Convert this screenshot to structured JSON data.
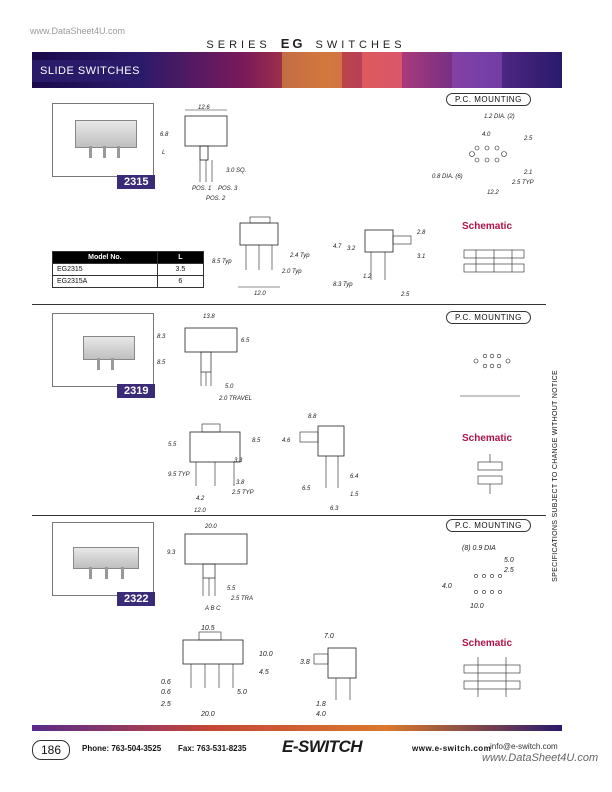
{
  "watermark_top": "www.DataSheet4U.com",
  "title": {
    "pre": "SERIES",
    "bold": "EG",
    "post": "SWITCHES"
  },
  "banner_label": "SLIDE SWITCHES",
  "sections": [
    {
      "part": "2315",
      "pc_mounting": "P.C. MOUNTING",
      "schematic": "Schematic"
    },
    {
      "part": "2319",
      "pc_mounting": "P.C. MOUNTING",
      "schematic": "Schematic"
    },
    {
      "part": "2322",
      "pc_mounting": "P.C. MOUNTING",
      "schematic": "Schematic"
    }
  ],
  "model_table": {
    "headers": [
      "Model No.",
      "L"
    ],
    "rows": [
      [
        "EG2315",
        "3.5"
      ],
      [
        "EG2315A",
        "6"
      ]
    ]
  },
  "dims_2315": {
    "d1": "12.6",
    "d2": "6.8",
    "d3": "L",
    "d4": "3.0 SQ.",
    "pos1": "POS. 1",
    "pos3": "POS. 3",
    "pos2": "POS. 2",
    "a1": "8.5 Typ",
    "a2": "2.0 Typ",
    "a3": "2.4 Typ",
    "a4": "12.0",
    "a5": "4.7",
    "a6": "3.2",
    "a7": "2.8",
    "a8": "3.1",
    "a9": "1.2",
    "a10": "8.3 Typ",
    "a11": "2.5",
    "p1": "1.2 DIA. (2)",
    "p2": "4.0",
    "p3": "2.5",
    "p4": "0.8 DIA. (6)",
    "p5": "2.1",
    "p6": "2.5 TYP",
    "p7": "12.2"
  },
  "dims_2319": {
    "d1": "13.8",
    "d2": "8.3",
    "d3": "6.5",
    "d4": "8.5",
    "d5": "5.0",
    "d6": "2.0 TRAVEL",
    "b1": "5.5",
    "b2": "8.5",
    "b3": "3.3",
    "b4": "9.5 TYP",
    "b5": "3.8",
    "b6": "2.5 TYP",
    "b7": "4.2",
    "b8": "12.0",
    "c1": "8.8",
    "c2": "4.6",
    "c3": "6.4",
    "c4": "6.5",
    "c5": "6.3",
    "c6": "1.5"
  },
  "dims_2322": {
    "d1": "20.0",
    "d2": "9.3",
    "d3": "5.5",
    "d4": "2.5 TRA",
    "abc": "A  B  C",
    "p1": "(8)  0.9 DIA",
    "p2": "5.0",
    "p3": "2.5",
    "p4": "4.0",
    "p5": "10.0",
    "e1": "10.5",
    "e2": "10.0",
    "e3": "4.5",
    "e4": "0.6",
    "e5": "0.6",
    "e6": "5.0",
    "e7": "2.5",
    "e8": "20.0",
    "f1": "7.0",
    "f2": "3.8",
    "f3": "1.8",
    "f4": "4.0"
  },
  "side_note": "SPECIFICATIONS SUBJECT TO CHANGE WITHOUT NOTICE",
  "footer": {
    "page": "186",
    "phone": "Phone: 763-504-3525",
    "fax": "Fax: 763-531-8235",
    "logo": "E-SWITCH",
    "web": "www.e-switch.com",
    "info": "info@e-switch.com",
    "watermark_bottom": "www.DataSheet4U.com"
  }
}
